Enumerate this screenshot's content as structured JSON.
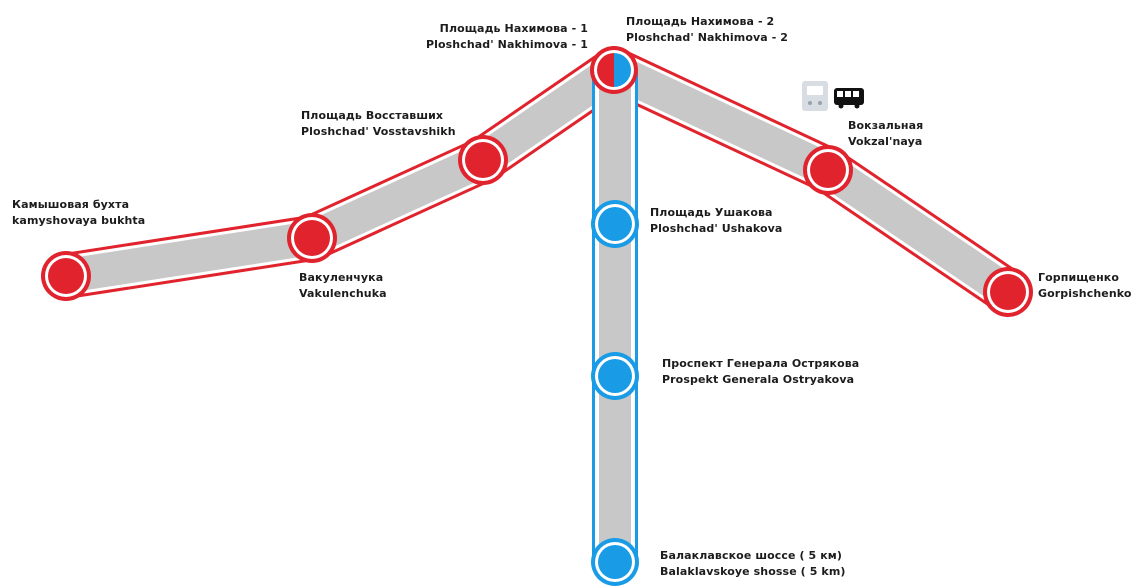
{
  "colors": {
    "red_line": "#e0232d",
    "blue_line": "#1a9be6",
    "track_fill": "#c8c8c8",
    "station_ring": "#ffffff"
  },
  "stations": {
    "nakhimova_1": {
      "ru": "Площадь Нахимова - 1",
      "en": "Ploshchad' Nakhimova - 1"
    },
    "nakhimova_2": {
      "ru": "Площадь Нахимова - 2",
      "en": "Ploshchad' Nakhimova - 2"
    },
    "vosstavshikh": {
      "ru": "Площадь Восставших",
      "en": "Ploshchad' Vosstavshikh"
    },
    "kamyshovaya": {
      "ru": "Камышовая бухта",
      "en": "kamyshovaya bukhta"
    },
    "vakulenchuka": {
      "ru": "Вакуленчука",
      "en": "Vakulenchuka"
    },
    "vokzalnaya": {
      "ru": "Вокзальная",
      "en": "Vokzal'naya"
    },
    "gorpishchenko": {
      "ru": "Горпищенко",
      "en": "Gorpishchenko"
    },
    "ushakova": {
      "ru": "Площадь Ушакова",
      "en": "Ploshchad' Ushakova"
    },
    "ostryakova": {
      "ru": "Проспект Генерала Острякова",
      "en": "Prospekt Generala Ostryakova"
    },
    "balaklavskoye": {
      "ru": "Балаклавское шоссе ( 5 км)",
      "en": "Balaklavskoye shosse ( 5 km)"
    }
  },
  "icons": {
    "train": "train-icon",
    "bus": "bus-icon"
  }
}
